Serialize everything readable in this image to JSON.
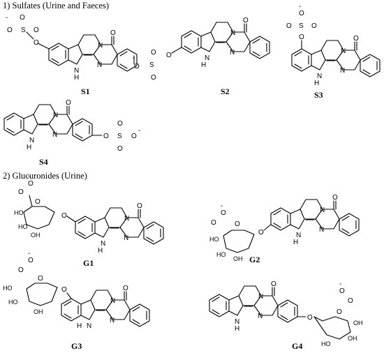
{
  "sections": [
    {
      "heading": "1) Sulfates (Urine and Faeces)"
    },
    {
      "heading": "2) Glucuronides (Urine)"
    }
  ],
  "compounds": {
    "S1": {
      "label": "S1"
    },
    "S2": {
      "label": "S2"
    },
    "S3": {
      "label": "S3"
    },
    "S4": {
      "label": "S4"
    },
    "G1": {
      "label": "G1"
    },
    "G2": {
      "label": "G2"
    },
    "G3": {
      "label": "G3"
    },
    "G4": {
      "label": "G4"
    }
  },
  "atoms": {
    "O": "O",
    "S": "S",
    "N": "N",
    "H": "H",
    "OH": "OH",
    "HO": "HO",
    "minus": "-"
  }
}
